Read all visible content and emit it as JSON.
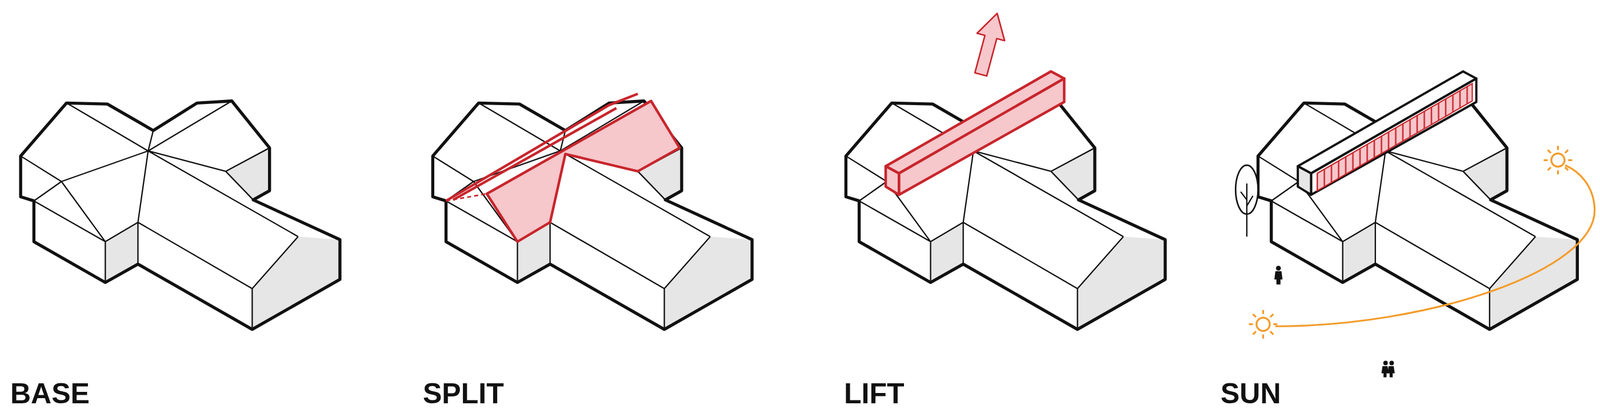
{
  "diagram": {
    "labels": [
      "BASE",
      "SPLIT",
      "LIFT",
      "SUN"
    ]
  }
}
